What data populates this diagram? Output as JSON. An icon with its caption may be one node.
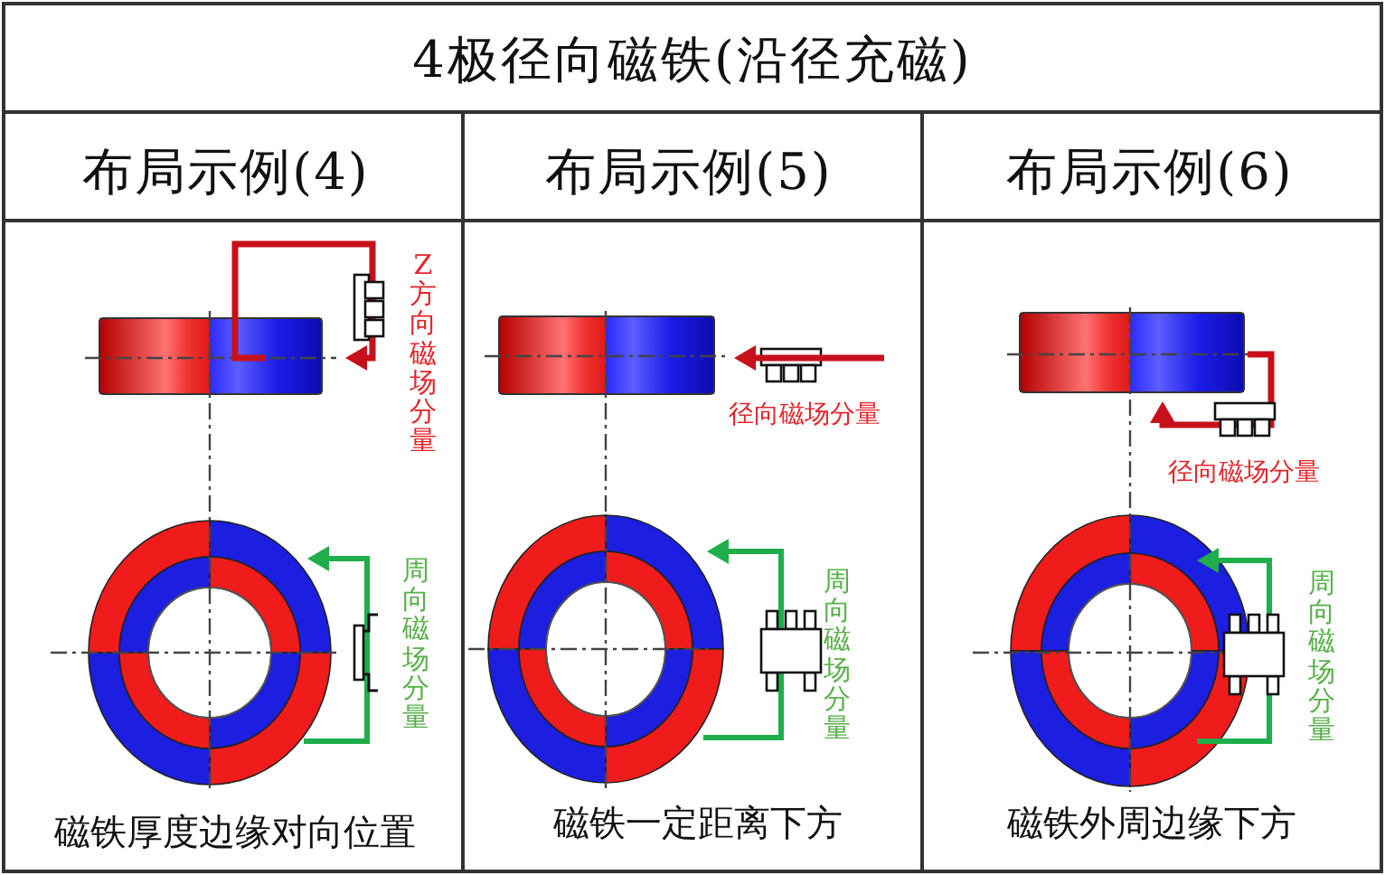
{
  "diagram": {
    "title": "4极径向磁铁(沿径充磁)",
    "labels": [
      "布局示例(4)",
      "布局示例(5)",
      "布局示例(6)",
      "Z方向磁场分量",
      "周向磁场分量",
      "磁铁厚度边缘对向位置",
      "径向磁场分量",
      "周向磁场分量",
      "磁铁一定距离下方",
      "径向磁场分量",
      "周向磁场分量",
      "磁铁外周边缘下方"
    ]
  }
}
